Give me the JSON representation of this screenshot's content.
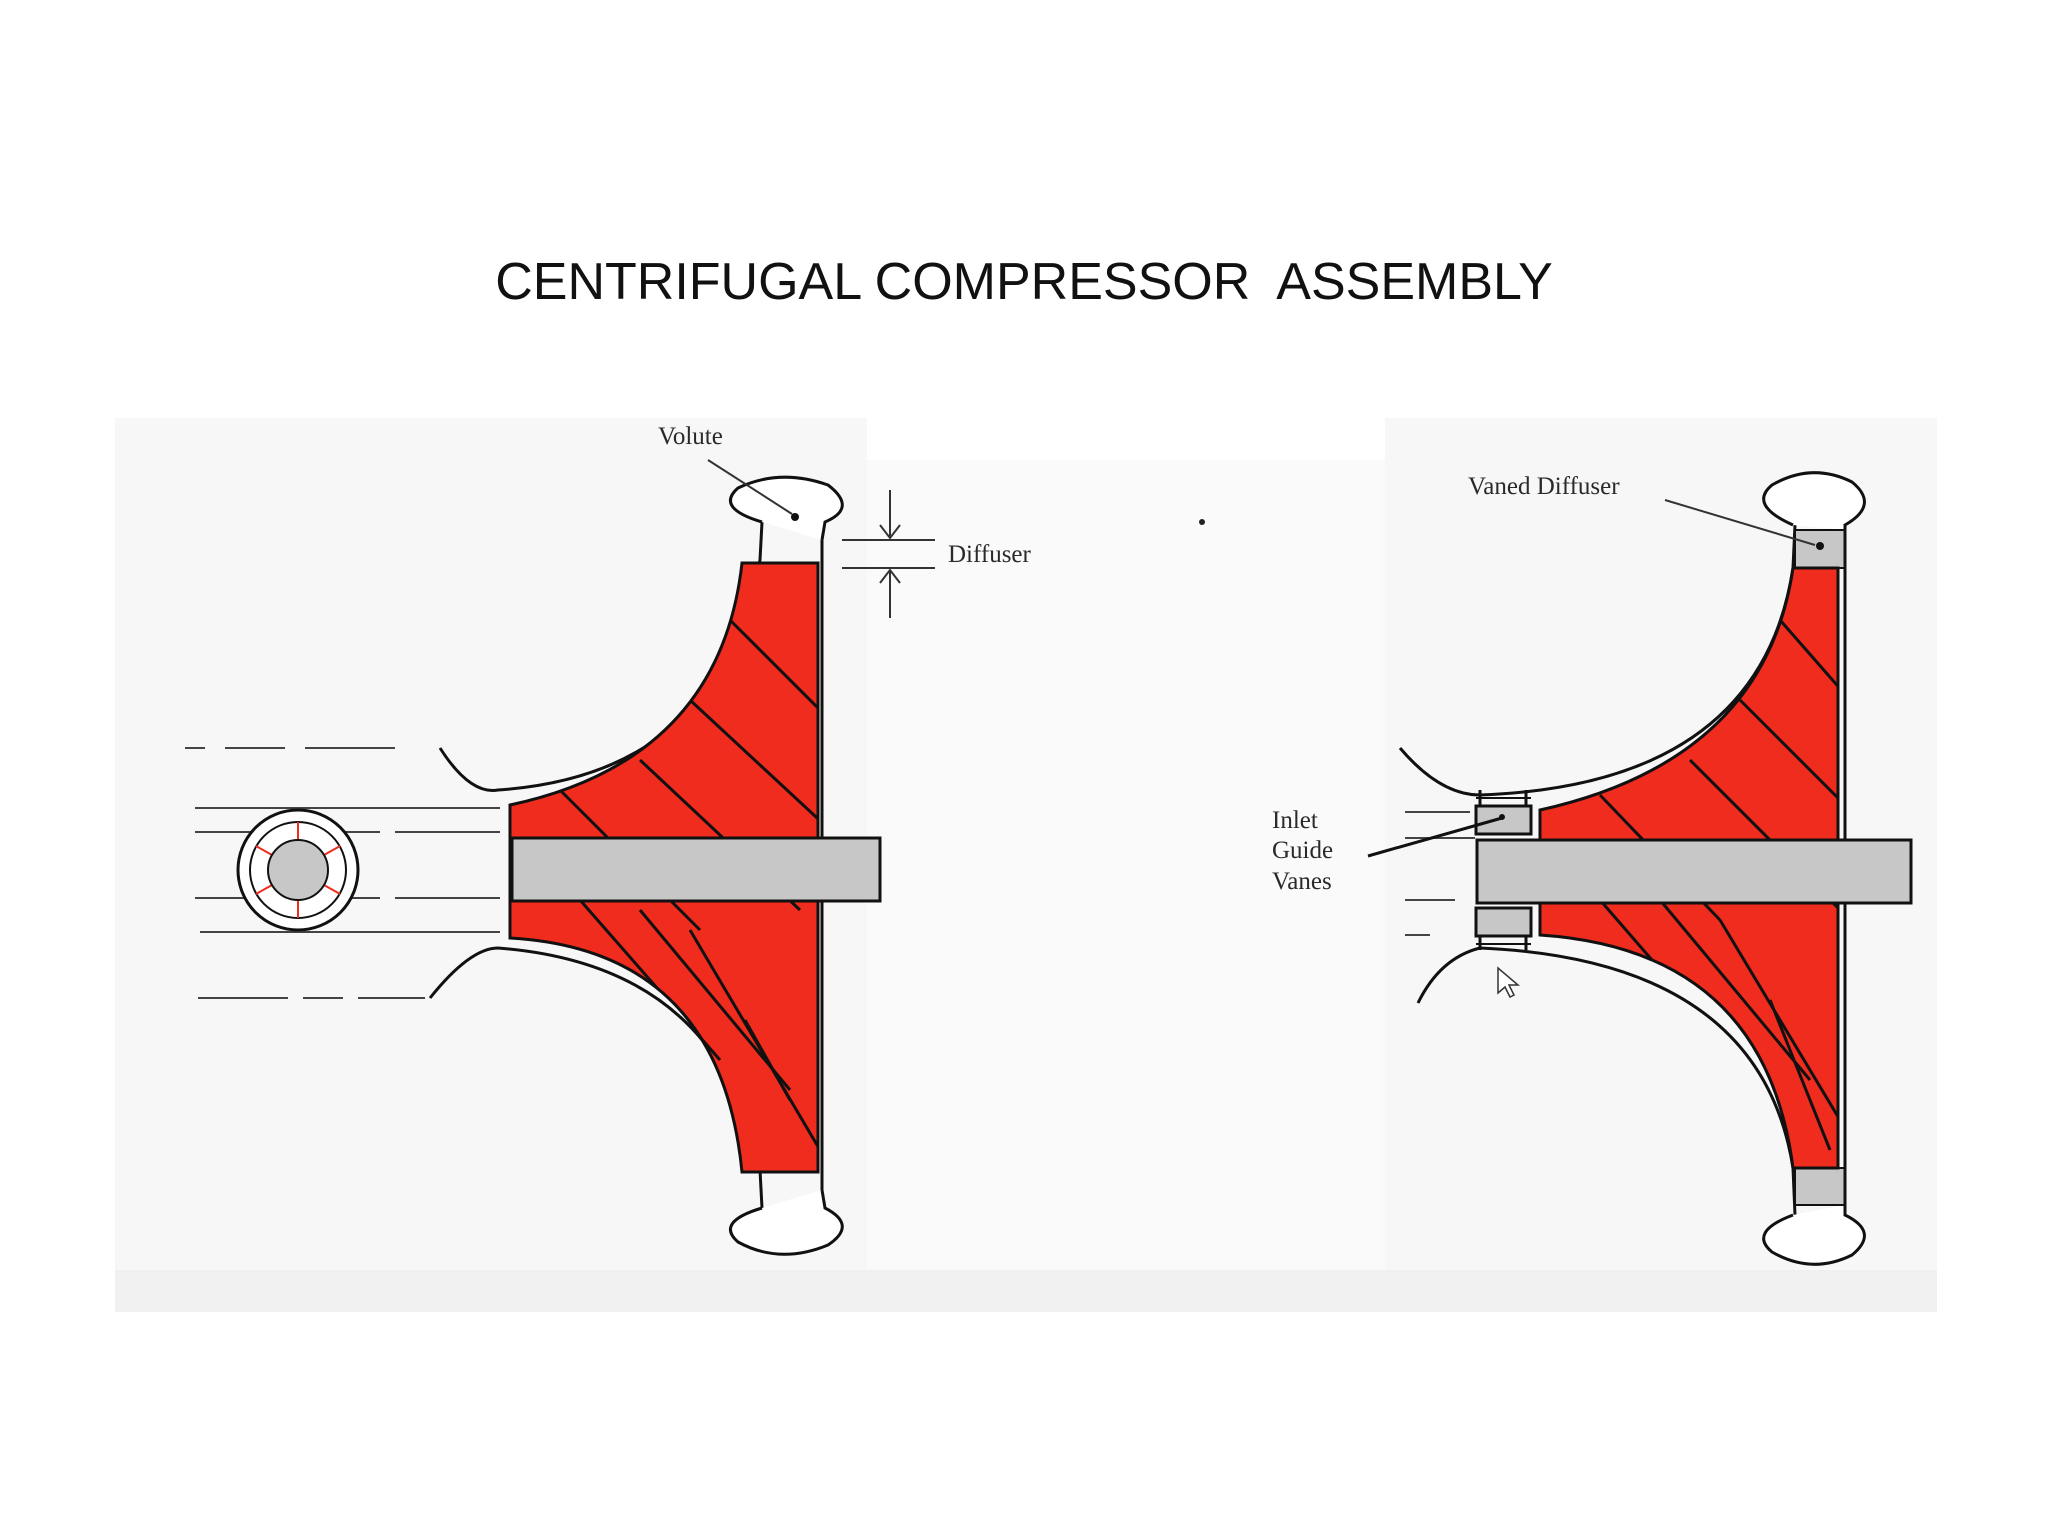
{
  "slide": {
    "title": "CENTRIFUGAL COMPRESSOR  ASSEMBLY"
  },
  "diagram": {
    "left": {
      "volute_label": "Volute",
      "diffuser_label": "Diffuser"
    },
    "right": {
      "vaned_diffuser_label": "Vaned Diffuser",
      "igv_line1": "Inlet",
      "igv_line2": "Guide",
      "igv_line3": "Vanes"
    },
    "colors": {
      "impeller": "#f02c1e",
      "shaft": "#c7c7c7",
      "outline": "#111111",
      "panel": "#f7f7f7"
    }
  }
}
